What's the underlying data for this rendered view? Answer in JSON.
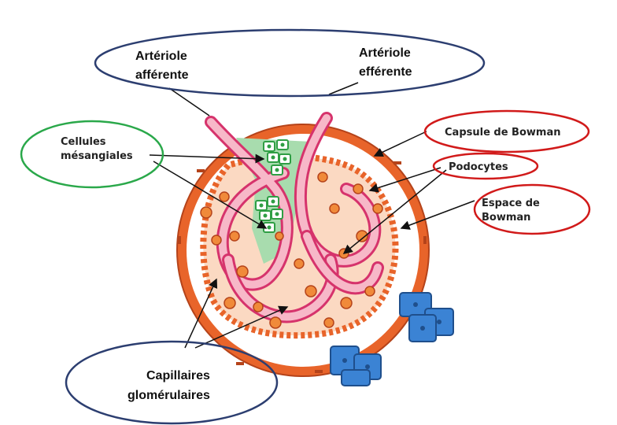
{
  "labels": {
    "arteriole_afferente": [
      "Artériole",
      "afférente"
    ],
    "arteriole_efferente": [
      "Artériole",
      "efférente"
    ],
    "cellules_mesangiales": [
      "Cellules",
      "mésangiales"
    ],
    "capsule_bowman": "Capsule de Bowman",
    "podocytes": "Podocytes",
    "espace_bowman": [
      "Espace de",
      "Bowman"
    ],
    "capillaires": [
      "Capillaires",
      "glomérulaires"
    ]
  },
  "colors": {
    "capsule": "#e8642a",
    "capsule_dark": "#b5431a",
    "capillary_fill": "#f7b8c8",
    "capillary_stroke": "#d6336c",
    "mesangium": "#a8dcae",
    "mesangial_cell": "#2f9e44",
    "tubule": "#3b83d4",
    "tubule_dark": "#1f4f8c",
    "podocyte": "#f08a3a",
    "ellipse_blue": "#2c3e70",
    "ellipse_green": "#2aa84a",
    "ellipse_red": "#d11a1a"
  }
}
